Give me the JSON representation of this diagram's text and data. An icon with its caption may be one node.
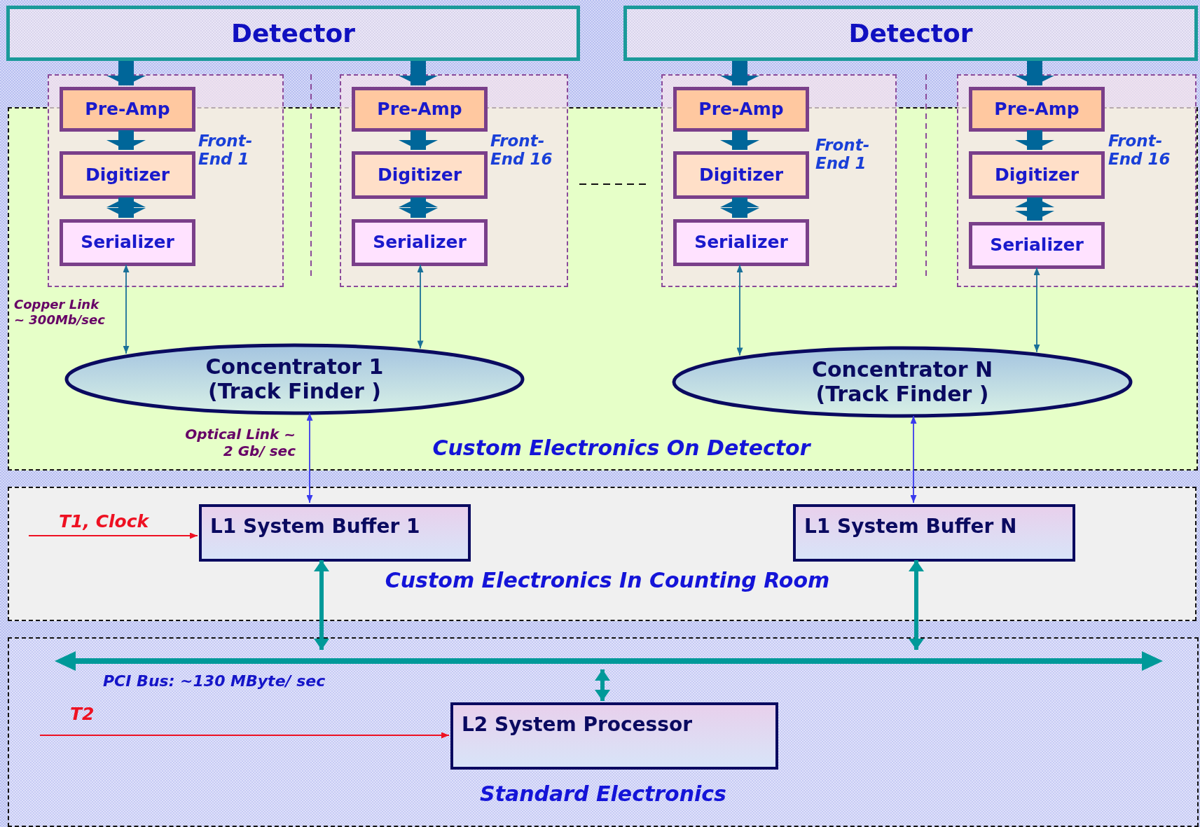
{
  "diagram": {
    "nodes": [
      {
        "text": [
          "Detector"
        ]
      },
      {
        "text": [
          "Detector"
        ]
      },
      {
        "text": [
          "Front- End 1"
        ]
      },
      {
        "text": [
          "Pre-Amp"
        ],
        "in": 2
      },
      {
        "text": [
          "Digitizer"
        ],
        "in": 2
      },
      {
        "text": [
          "Serializer"
        ],
        "in": 2
      },
      {
        "text": [
          "Front- End 16"
        ]
      },
      {
        "text": [
          "Pre-Amp"
        ],
        "in": 6
      },
      {
        "text": [
          "Digitizer"
        ],
        "in": 6
      },
      {
        "text": [
          "Serializer"
        ],
        "in": 6
      },
      {
        "text": [
          "Front- End 1"
        ]
      },
      {
        "text": [
          "Pre-Amp"
        ],
        "in": 10
      },
      {
        "text": [
          "Digitizer"
        ],
        "in": 10
      },
      {
        "text": [
          "Serializer"
        ],
        "in": 10
      },
      {
        "text": [
          "Front- End 16"
        ]
      },
      {
        "text": [
          "Pre-Amp"
        ],
        "in": 14
      },
      {
        "text": [
          "Digitizer"
        ],
        "in": 14
      },
      {
        "text": [
          "Serializer"
        ],
        "in": 14
      },
      {
        "text": [
          "Custom Electronics On Detector"
        ]
      },
      {
        "text": [
          "Concentrator 1 (Track Finder )"
        ],
        "in": 18
      },
      {
        "text": [
          "Concentrator N (Track Finder )"
        ],
        "in": 18
      },
      {
        "text": [
          "Custom Electronics In Counting Room"
        ]
      },
      {
        "text": [
          "L1 System Buffer 1"
        ],
        "in": 21
      },
      {
        "text": [
          "L1 System Buffer N"
        ],
        "in": 21
      },
      {
        "text": [
          "Standard Electronics"
        ]
      },
      {
        "text": [],
        "shape": "bar",
        "in": 24,
        "beside": [
          "PCI Bus: ~130 MByte/ sec"
        ]
      },
      {
        "text": [
          "L2 System Processor"
        ],
        "in": 24
      }
    ],
    "edges": [
      {
        "from": 0,
        "to": 3,
        "arrow": "to"
      },
      {
        "from": 0,
        "to": 7,
        "arrow": "to"
      },
      {
        "from": 1,
        "to": 11,
        "arrow": "to"
      },
      {
        "from": 1,
        "to": 15,
        "arrow": "to"
      },
      {
        "from": 3,
        "to": 4,
        "arrow": "to"
      },
      {
        "from": 7,
        "to": 8,
        "arrow": "to"
      },
      {
        "from": 11,
        "to": 12,
        "arrow": "to"
      },
      {
        "from": 15,
        "to": 16,
        "arrow": "to"
      },
      {
        "from": 4,
        "to": 5,
        "arrow": "both"
      },
      {
        "from": 8,
        "to": 9,
        "arrow": "both"
      },
      {
        "from": 12,
        "to": 13,
        "arrow": "both"
      },
      {
        "from": 16,
        "to": 17,
        "arrow": "both"
      },
      {
        "from": 5,
        "to": 19,
        "arrow": "both",
        "label": "Copper Link ~ 300Mb/sec",
        "color": "#1a7098"
      },
      {
        "from": 9,
        "to": 19,
        "arrow": "both",
        "color": "#1a7098"
      },
      {
        "from": 13,
        "to": 20,
        "arrow": "both",
        "color": "#1a7098"
      },
      {
        "from": 17,
        "to": 20,
        "arrow": "both",
        "color": "#1a7098"
      },
      {
        "from": 19,
        "to": 22,
        "arrow": "both",
        "label": "Optical Link ~ 2 Gb/ sec",
        "color": "#3a3aee"
      },
      {
        "from": 20,
        "to": 23,
        "arrow": "both",
        "color": "#3a3aee"
      },
      {
        "from": 22,
        "to": 25,
        "arrow": "both",
        "color": "#009999"
      },
      {
        "from": 23,
        "to": 25,
        "arrow": "both",
        "color": "#009999"
      },
      {
        "from": 25,
        "to": 26,
        "arrow": "both",
        "color": "#009999"
      },
      {
        "from": null,
        "to": 22,
        "arrow": "to",
        "label": "T1, Clock",
        "color": "#ee1122"
      },
      {
        "from": null,
        "to": 26,
        "arrow": "to",
        "label": "T2",
        "color": "#ee1122"
      }
    ]
  }
}
